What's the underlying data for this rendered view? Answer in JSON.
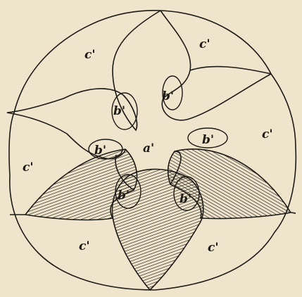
{
  "diagram": {
    "colors": {
      "background": "#efe5cc",
      "ink": "#1e1a14"
    },
    "labels": {
      "center": "a'",
      "ovals": "b'",
      "outer": "c'"
    }
  }
}
